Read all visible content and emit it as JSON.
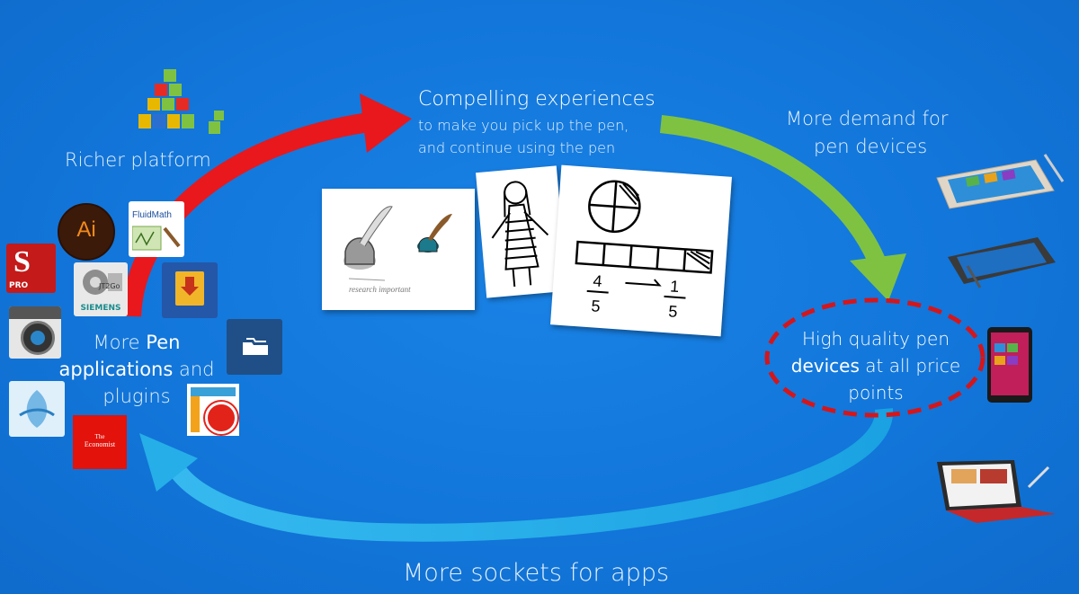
{
  "compelling": {
    "title": "Compelling experiences",
    "line1": "to make you pick up the pen,",
    "line2": "and continue using the pen"
  },
  "demand": {
    "line1": "More demand for",
    "line2": "pen devices"
  },
  "quality": {
    "line1": "High quality pen",
    "line2_bold": "devices",
    "line2_rest": " at all price",
    "line3": "points"
  },
  "sockets": "More sockets for apps",
  "platform": "Richer platform",
  "pen_apps": {
    "w1": "More ",
    "w1_bold": "Pen",
    "w2_bold": "applications",
    "w2_rest": " and",
    "w3": "plugins"
  },
  "apps": {
    "ai": "Ai",
    "fluidmath": "FluidMath",
    "jt2go": "JT2Go",
    "siemens": "SIEMENS",
    "pro": "PRO",
    "economist_l1": "The",
    "economist_l2": "Economist"
  },
  "sketches": {
    "caption": "research important",
    "num_left_top": "4",
    "num_left_bottom": "5",
    "num_right_top": "1",
    "num_right_bottom": "5"
  },
  "colors": {
    "background": "#1277d9",
    "arrow_red": "#e8181c",
    "arrow_green": "#7fc242",
    "arrow_cyan": "#26aee8",
    "dashed_ellipse": "#d4161b"
  }
}
